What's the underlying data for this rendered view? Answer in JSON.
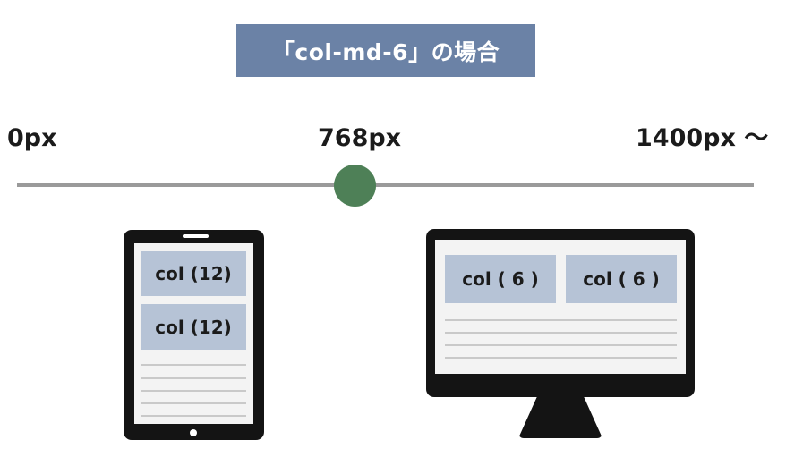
{
  "title": "「col-md-6」の場合",
  "breakpoints": {
    "start": "0px",
    "middle": "768px",
    "end": "1400px 〜"
  },
  "marker_color": "#4e8057",
  "accent_color": "#6b82a6",
  "tablet": {
    "columns": [
      "col (12)",
      "col (12)"
    ]
  },
  "desktop": {
    "columns": [
      "col ( 6 )",
      "col ( 6 )"
    ]
  }
}
